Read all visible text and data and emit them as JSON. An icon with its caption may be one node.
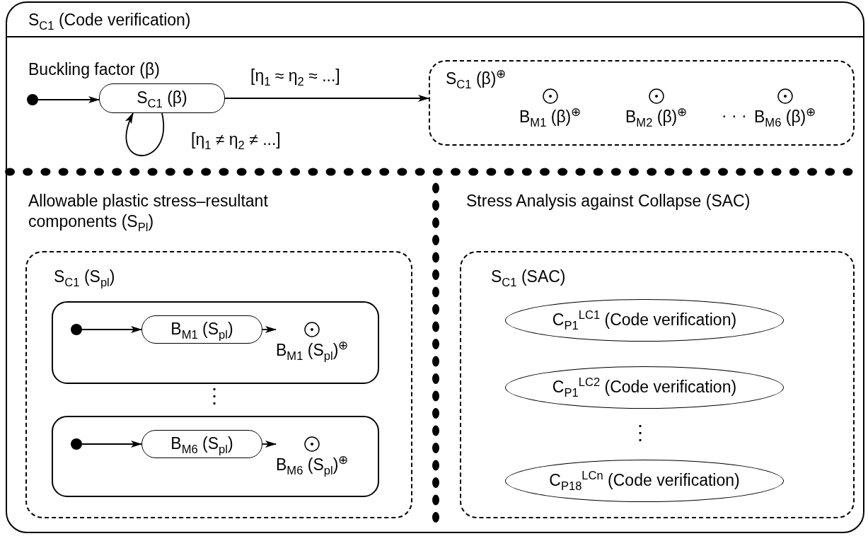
{
  "diagram": {
    "nodes": [
      {
        "text": [
          "S$_{C1}$ (Code verification)"
        ]
      },
      {
        "text": [
          "Buckling factor (β)"
        ],
        "in": 0
      },
      {
        "text": [
          "Allowable plastic stress–resultant components (S$_{Pl}$)"
        ],
        "in": 0
      },
      {
        "text": [
          "Stress Analysis against Collapse (SAC)"
        ],
        "in": 0
      },
      {
        "text": [],
        "shape": "circle",
        "in": 1
      },
      {
        "text": [
          "S$_{C1}$ (β)"
        ],
        "in": 1
      },
      {
        "text": [
          "S$_{C1}$ (β)$^{⊕}$"
        ],
        "in": 1
      },
      {
        "text": [
          "B$_{M1}$ (β)$^{⊕}$"
        ],
        "in": 6
      },
      {
        "text": [
          "B$_{M2}$ (β)$^{⊕}$"
        ],
        "in": 6
      },
      {
        "text": [
          "B$_{M6}$ (β)$^{⊕}$"
        ],
        "in": 6
      },
      {
        "text": [
          "S$_{C1}$ (S$_{pl}$)"
        ],
        "in": 2
      },
      {
        "text": [],
        "shape": "box",
        "in": 10
      },
      {
        "text": [],
        "shape": "circle",
        "in": 11
      },
      {
        "text": [
          "B$_{M1}$ (S$_{pl}$)"
        ],
        "in": 11
      },
      {
        "text": [
          "B$_{M1}$ (S$_{pl}$)$^{⊕}$"
        ],
        "in": 11
      },
      {
        "text": [],
        "shape": "box",
        "in": 10
      },
      {
        "text": [],
        "shape": "circle",
        "in": 15
      },
      {
        "text": [
          "B$_{M6}$ (S$_{pl}$)"
        ],
        "in": 15
      },
      {
        "text": [
          "B$_{M6}$ (S$_{pl}$)$^{⊕}$"
        ],
        "in": 15
      },
      {
        "text": [
          "S$_{C1}$ (SAC)"
        ],
        "in": 3
      },
      {
        "text": [
          "C$_{P1}$$^{LC1}$ (Code verification)"
        ],
        "in": 19
      },
      {
        "text": [
          "C$_{P1}$$^{LC2}$ (Code verification)"
        ],
        "in": 19
      },
      {
        "text": [
          "C$_{P18}$$^{LCn}$ (Code verification)"
        ],
        "in": 19
      }
    ],
    "edges": [
      {
        "from": 4,
        "to": 5,
        "arrow": "to"
      },
      {
        "from": 5,
        "to": 6,
        "arrow": "to",
        "label": "[η$_{1}$ ≈ η$_{2}$ ≈ ...]"
      },
      {
        "from": 5,
        "to": 5,
        "arrow": "to",
        "label": "[η$_{1}$ ≠ η$_{2}$ ≠ ...]"
      },
      {
        "from": 12,
        "to": 13,
        "arrow": "to"
      },
      {
        "from": 13,
        "to": 14,
        "arrow": "to"
      },
      {
        "from": 16,
        "to": 17,
        "arrow": "to"
      },
      {
        "from": 17,
        "to": 18,
        "arrow": "to"
      }
    ],
    "labels": [
      "· · ·",
      "⋮",
      "⋮"
    ]
  }
}
